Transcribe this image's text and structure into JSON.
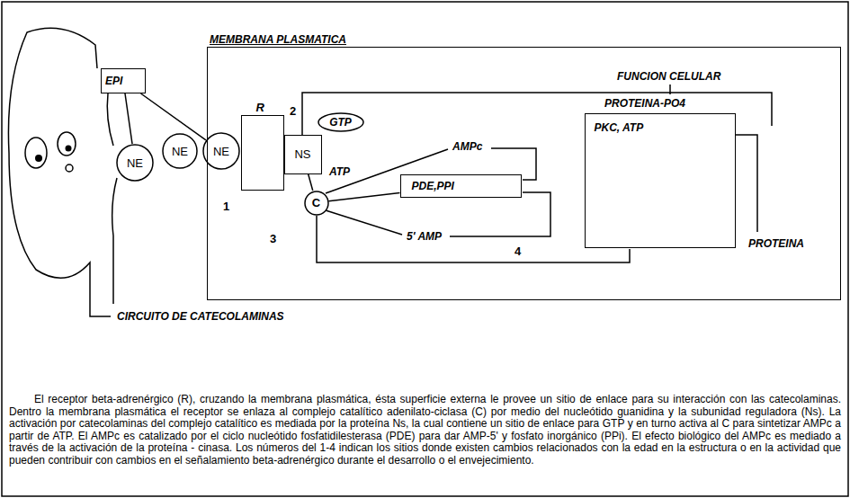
{
  "diagram": {
    "caption": "El receptor beta-adrenérgico (R), cruzando la membrana plasmática, ésta superficie externa le provee un sitio de enlace para su interacción con las catecolaminas. Dentro la membrana plasmática el receptor se enlaza al complejo catalítico adenilato-ciclasa (C) por medio del nucleótido guanidina y la subunidad reguladora (Ns). La activación por catecolaminas del complejo catalítico es mediada por la proteína Ns, la cual contiene un sitio de enlace para GTP y en turno activa al C para sintetizar AMPc a partir de ATP. El AMPc es catalizado por el ciclo nucleótido fosfatidilesterasa (PDE) para dar AMP-5' y fosfato inorgánico (PPi). El efecto biológico del AMPc es mediado a través de la activación de la proteína - cinasa. Los números del 1-4 indican los sitios donde existen cambios relacionados con la edad en la estructura o en la actividad que pueden contribuir con cambios en el señalamiento beta-adrenérgico durante el desarrollo o el envejecimiento.",
    "nodes": [
      {
        "text": [
          "EPI"
        ]
      },
      {
        "text": [
          "NE"
        ]
      },
      {
        "text": [
          "NE"
        ]
      },
      {
        "text": [
          "NE"
        ]
      },
      {
        "text": [
          "MEMBRANA PLASMATICA"
        ]
      },
      {
        "text": [
          "R"
        ],
        "in": 4
      },
      {
        "text": [
          "NS"
        ],
        "in": 4
      },
      {
        "text": [
          "GTP"
        ],
        "in": 4
      },
      {
        "text": [
          "C"
        ],
        "in": 4
      },
      {
        "text": [
          "PDE,PPI"
        ],
        "in": 4
      },
      {
        "text": [
          "PKC, ATP"
        ],
        "in": 4
      }
    ],
    "edges": [
      {
        "from": 1,
        "to": 0,
        "arrow": "none"
      },
      {
        "from": 0,
        "to": 3,
        "arrow": "none"
      },
      {
        "from": 6,
        "to": 8,
        "arrow": "none"
      },
      {
        "from": 8,
        "to": 9,
        "arrow": "none"
      }
    ],
    "labels": [
      "CIRCUITO DE CATECOLAMINAS",
      "FUNCION CELULAR",
      "PROTEINA-PO4",
      "PROTEINA",
      "ATP",
      "AMPc",
      "5' AMP",
      "1",
      "2",
      "3",
      "4"
    ]
  }
}
